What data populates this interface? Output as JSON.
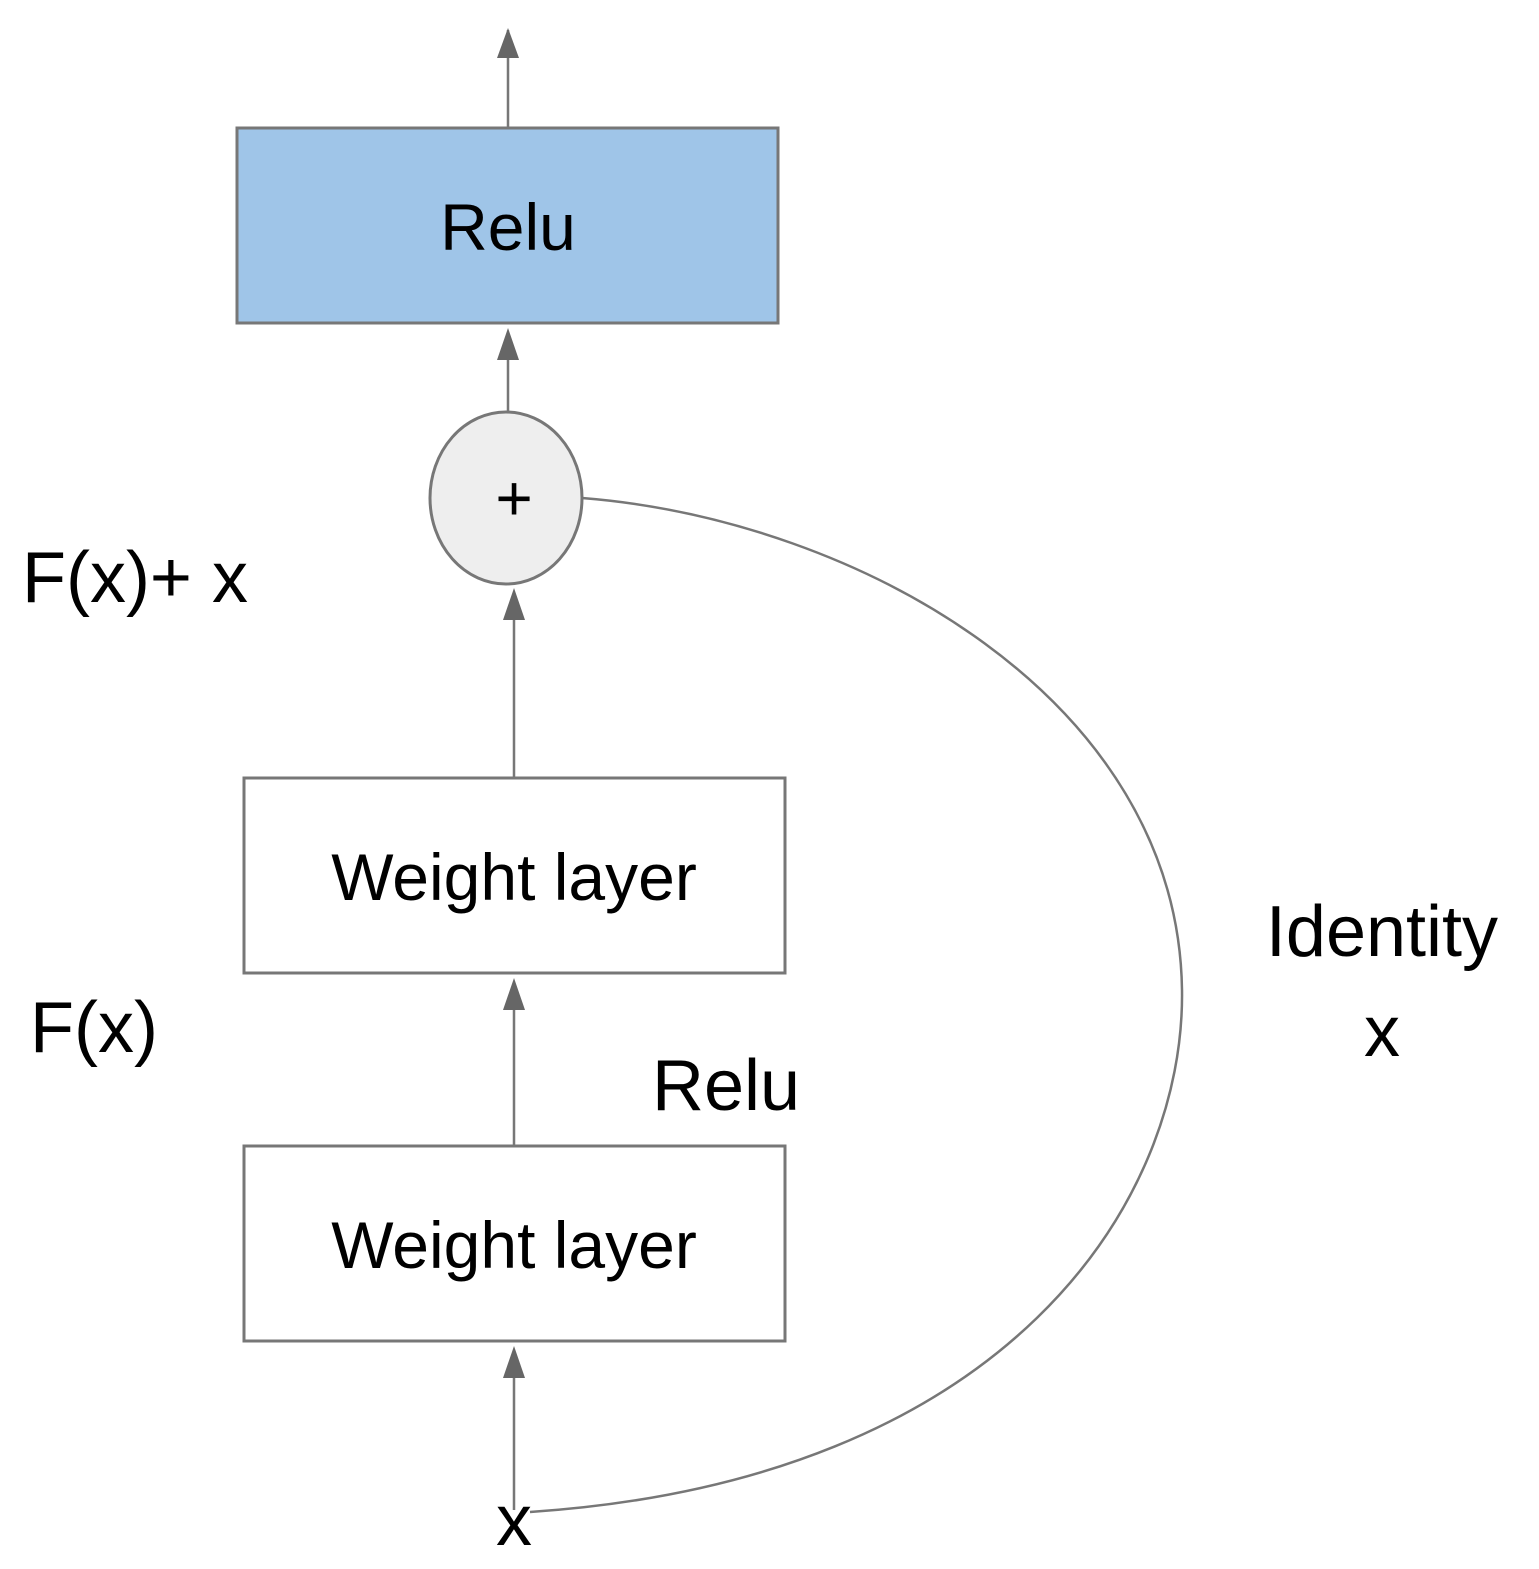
{
  "nodes": {
    "relu_top": {
      "label": "Relu",
      "fill": "#9fc5e8"
    },
    "add_op": {
      "symbol": "+",
      "fill": "#eeeeee"
    },
    "weight_layer_upper": {
      "label": "Weight layer"
    },
    "weight_layer_lower": {
      "label": "Weight layer"
    },
    "input_x": {
      "label": "x"
    }
  },
  "annotations": {
    "sum_label": "F(x)+ x",
    "residual_label": "F(x)",
    "inner_activation": "Relu",
    "shortcut_title": "Identity",
    "shortcut_var": "x"
  },
  "colors": {
    "stroke": "#777777",
    "arrow": "#666666",
    "text": "#000000"
  }
}
